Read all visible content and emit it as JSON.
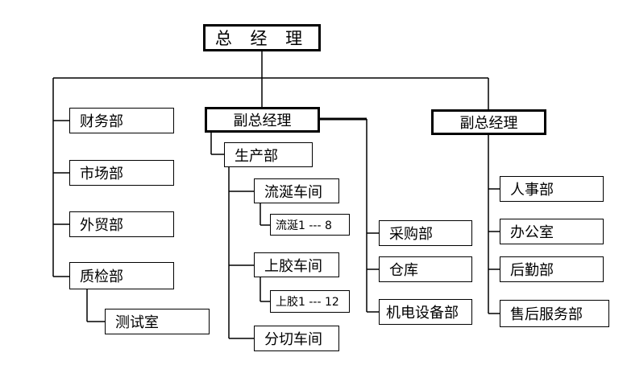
{
  "top": {
    "label": "总 经 理"
  },
  "vp_left": {
    "label": "副总经理"
  },
  "vp_right": {
    "label": "副总经理"
  },
  "left_depts": {
    "finance": "财务部",
    "market": "市场部",
    "foreign_trade": "外贸部",
    "qc": "质检部",
    "test_room": "测试室"
  },
  "production": {
    "label": "生产部",
    "casting_workshop": "流涎车间",
    "casting_lines": "流涎1 --- 8",
    "glue_workshop": "上胶车间",
    "glue_lines": "上胶1 --- 12",
    "cutting_workshop": "分切车间"
  },
  "middle_depts": {
    "purchasing": "采购部",
    "warehouse": "仓库",
    "equipment": "机电设备部"
  },
  "right_depts": {
    "hr": "人事部",
    "office": "办公室",
    "logistics": "后勤部",
    "after_sales": "售后服务部"
  }
}
